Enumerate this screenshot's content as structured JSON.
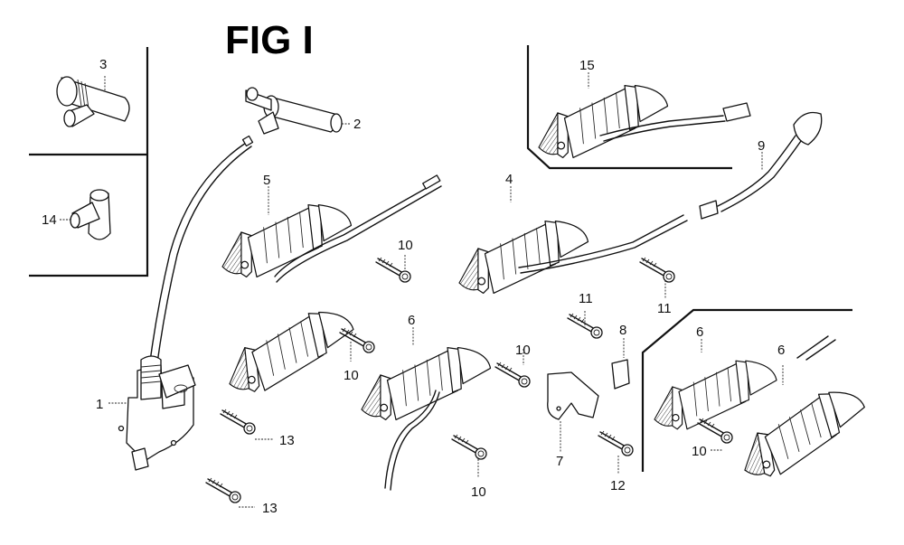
{
  "title": "FIG I",
  "callouts": {
    "c1": "1",
    "c2": "2",
    "c3": "3",
    "c4": "4",
    "c5": "5",
    "c6a": "6",
    "c6b": "6",
    "c6c": "6",
    "c7": "7",
    "c8": "8",
    "c9": "9",
    "c10a": "10",
    "c10b": "10",
    "c10c": "10",
    "c10d": "10",
    "c10e": "10",
    "c11a": "11",
    "c11b": "11",
    "c12": "12",
    "c13a": "13",
    "c13b": "13",
    "c14": "14",
    "c15": "15"
  },
  "parts": [
    {
      "ref": "1",
      "kind": "ignition-coil"
    },
    {
      "ref": "2",
      "kind": "spark-plug-cap"
    },
    {
      "ref": "3",
      "kind": "spark-plug-cap-alt"
    },
    {
      "ref": "4",
      "kind": "charge-coil-with-leads"
    },
    {
      "ref": "5",
      "kind": "charge-coil-with-wire"
    },
    {
      "ref": "6",
      "kind": "charge-coil"
    },
    {
      "ref": "7",
      "kind": "bracket"
    },
    {
      "ref": "8",
      "kind": "clip"
    },
    {
      "ref": "9",
      "kind": "wire-harness"
    },
    {
      "ref": "10",
      "kind": "bolt"
    },
    {
      "ref": "11",
      "kind": "bolt"
    },
    {
      "ref": "12",
      "kind": "bolt"
    },
    {
      "ref": "13",
      "kind": "bolt"
    },
    {
      "ref": "14",
      "kind": "spark-plug-cap-elbow"
    },
    {
      "ref": "15",
      "kind": "charge-coil-with-connector"
    }
  ]
}
